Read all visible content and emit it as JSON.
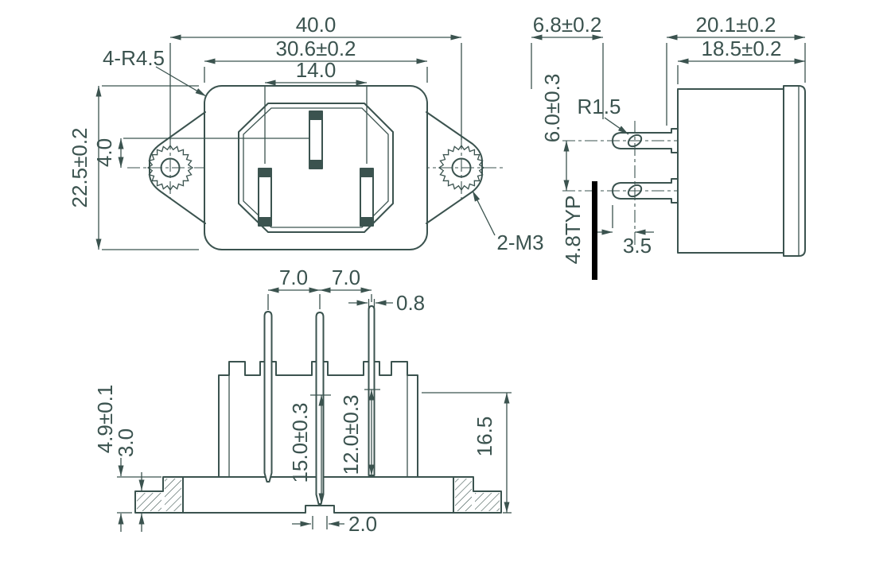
{
  "drawing": {
    "front": {
      "hole_spacing": "40.0",
      "body_width": "30.6±0.2",
      "pin_spacing": "14.0",
      "corner_radius": "4-R4.5",
      "body_height": "22.5±0.2",
      "pin_offset": "4.0",
      "mounting_thread": "2-M3"
    },
    "side": {
      "tab_length": "6.8±0.2",
      "overall_depth": "20.1±0.2",
      "body_depth": "18.5±0.2",
      "tab_pitch": "6.0±0.3",
      "tab_hole_radius": "R1.5",
      "tab_offset": "3.5",
      "tab_width_typ": "4.8TYP"
    },
    "bottom": {
      "pin_pitch_left": "7.0",
      "pin_pitch_right": "7.0",
      "pin_thickness": "0.8",
      "flange_thickness": "4.9±0.1",
      "flange_step": "3.0",
      "pin_length_center": "15.0±0.3",
      "pin_length_side": "12.0±0.3",
      "body_height": "16.5",
      "pin_tip": "2.0"
    }
  },
  "colors": {
    "line": "#3b534f",
    "background": "#ffffff",
    "section_bar": "#000000"
  }
}
